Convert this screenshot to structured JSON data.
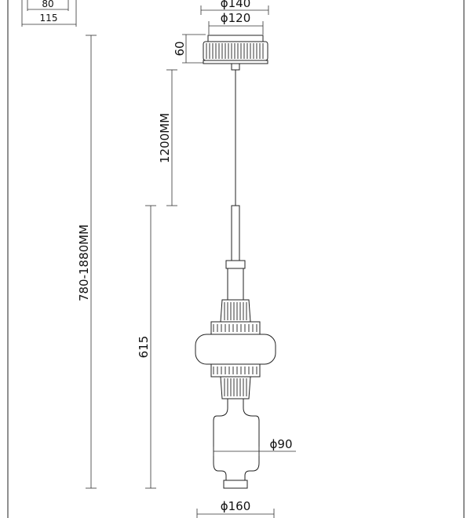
{
  "dimensions": {
    "small_inner": "80",
    "small_outer": "115",
    "canopy_outer": "ϕ140",
    "canopy_inner": "ϕ120",
    "canopy_height": "60",
    "cable_length": "1200MM",
    "total_height": "780-1880MM",
    "body_height": "615",
    "tube_diameter": "ϕ90",
    "body_diameter": "ϕ160"
  },
  "colors": {
    "line": "#222222",
    "background": "#ffffff"
  }
}
